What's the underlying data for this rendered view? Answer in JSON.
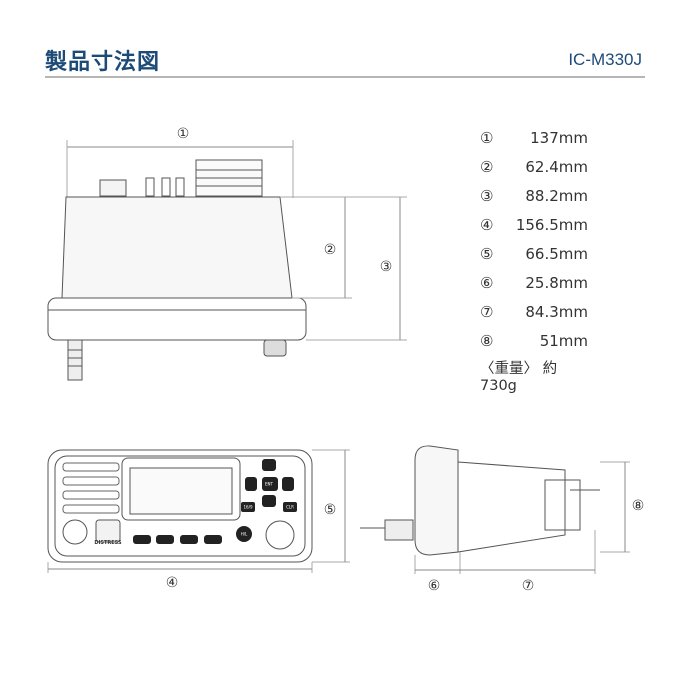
{
  "header": {
    "title": "製品寸法図",
    "model": "IC-M330J"
  },
  "dimensions": [
    {
      "mark": "①",
      "value": "137mm"
    },
    {
      "mark": "②",
      "value": "62.4mm"
    },
    {
      "mark": "③",
      "value": "88.2mm"
    },
    {
      "mark": "④",
      "value": "156.5mm"
    },
    {
      "mark": "⑤",
      "value": "66.5mm"
    },
    {
      "mark": "⑥",
      "value": "25.8mm"
    },
    {
      "mark": "⑦",
      "value": "84.3mm"
    },
    {
      "mark": "⑧",
      "value": "51mm"
    }
  ],
  "weight": "〈重量〉 約730g",
  "device_labels": {
    "distress": "DISTRESS",
    "ent": "ENT",
    "clr": "CLR",
    "ch16": "16/9",
    "hilo": "H/L"
  }
}
